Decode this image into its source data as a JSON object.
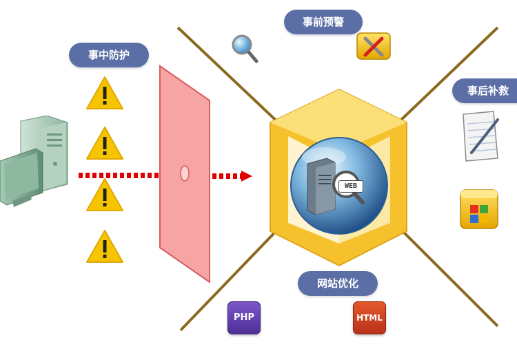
{
  "labels": {
    "during": "事中防护",
    "before": "事前预警",
    "after": "事后补救",
    "optimize": "网站优化"
  },
  "badges": {
    "php": "PHP",
    "html": "HTML",
    "web": "WEB"
  },
  "colors": {
    "pill": "#5b6fa6",
    "warning": "#f7c500",
    "arrow": "#e00000",
    "firewall": "#f7a4a4",
    "cube": "#f5c12c",
    "rays": "#8a6a1e"
  },
  "icons": {
    "computer": "computer-icon",
    "warning": "warning-icon",
    "firewall": "firewall-icon",
    "server": "web-server-icon",
    "search": "search-icon",
    "tools": "tools-icon",
    "notepad": "notepad-icon",
    "folder": "folder-icon"
  }
}
